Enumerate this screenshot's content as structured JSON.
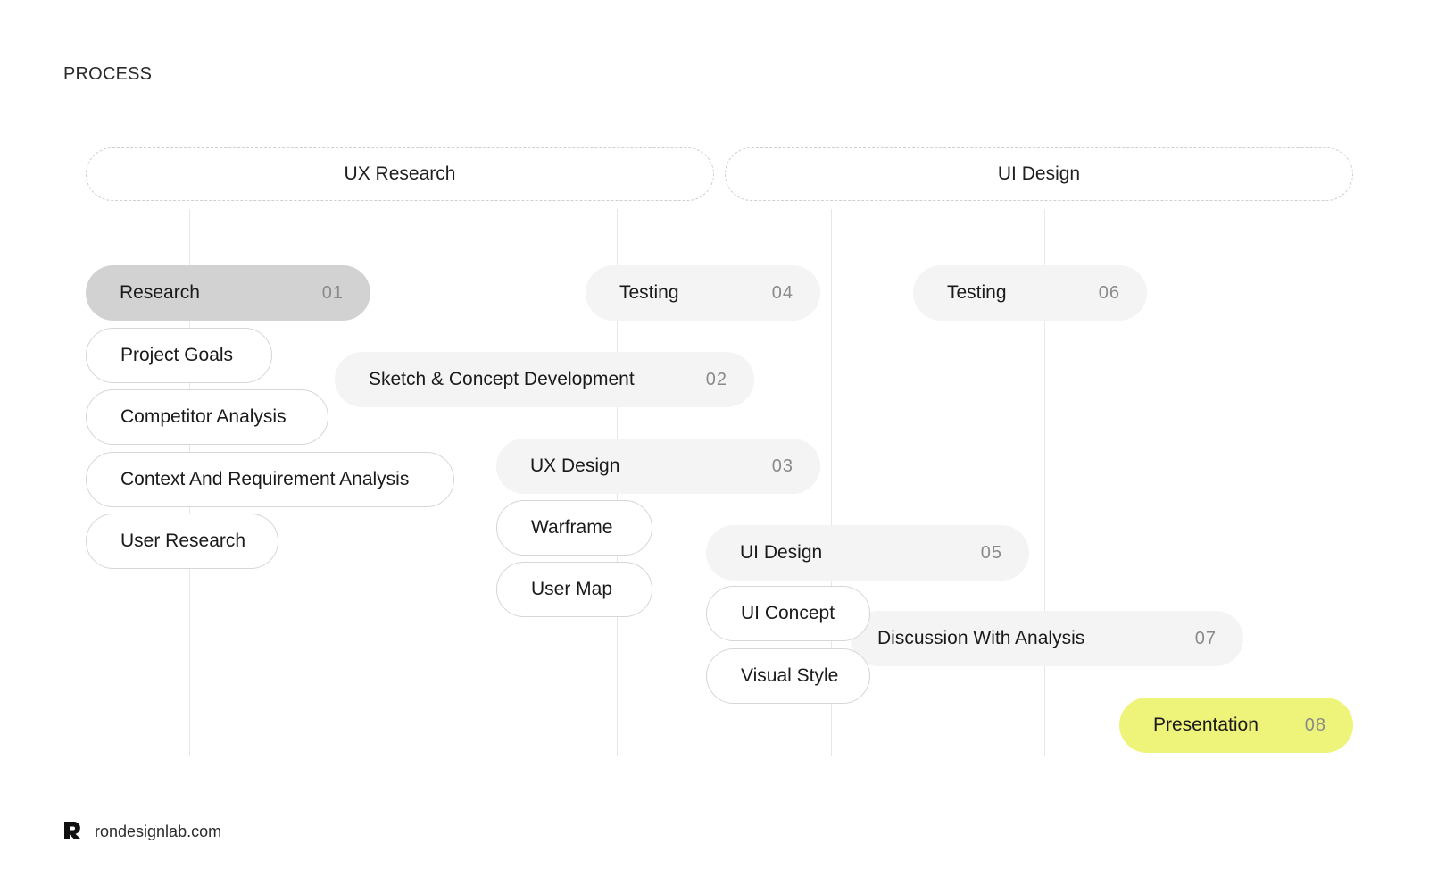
{
  "section_label": "PROCESS",
  "phases": {
    "ux": "UX Research",
    "ui": "UI Design"
  },
  "steps": {
    "research": {
      "label": "Research",
      "num": "01"
    },
    "sketch": {
      "label": "Sketch & Concept Development",
      "num": "02"
    },
    "ux_design": {
      "label": "UX Design",
      "num": "03"
    },
    "testing_a": {
      "label": "Testing",
      "num": "04"
    },
    "ui_design": {
      "label": "UI Design",
      "num": "05"
    },
    "testing_b": {
      "label": "Testing",
      "num": "06"
    },
    "discussion": {
      "label": "Discussion With Analysis",
      "num": "07"
    },
    "presentation": {
      "label": "Presentation",
      "num": "08"
    }
  },
  "subtasks": {
    "project_goals": "Project Goals",
    "competitor_analysis": "Competitor Analysis",
    "context_analysis": "Context And Requirement Analysis",
    "user_research": "User Research",
    "warframe": "Warframe",
    "user_map": "User Map",
    "ui_concept": "UI Concept",
    "visual_style": "Visual Style"
  },
  "colors": {
    "active_step": "#d2d2d2",
    "step": "#f4f4f4",
    "final_step": "#eef37a"
  },
  "footer": {
    "logo_icon": "ron-logo-icon",
    "site": "rondesignlab.com"
  }
}
